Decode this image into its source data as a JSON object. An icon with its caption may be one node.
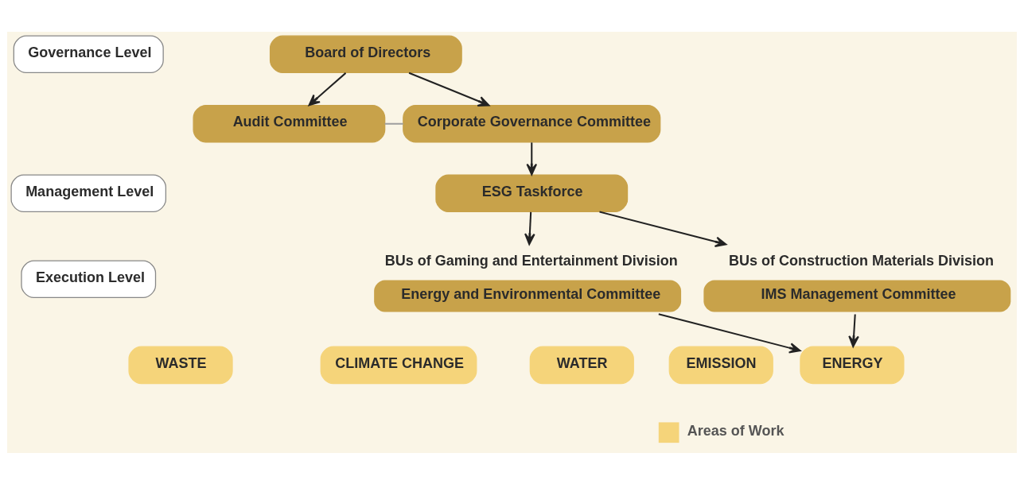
{
  "diagram": {
    "nodes": [
      {
        "text": [
          "Governance Level"
        ]
      },
      {
        "text": [
          "Board of Directors"
        ]
      },
      {
        "text": [
          "Audit Committee"
        ]
      },
      {
        "text": [
          "Corporate Governance Committee"
        ]
      },
      {
        "text": [
          "Management Level"
        ]
      },
      {
        "text": [
          "ESG Taskforce"
        ]
      },
      {
        "text": [
          "Execution Level"
        ]
      },
      {
        "text": [
          "Energy and Environmental Committee"
        ],
        "beside": [
          "BUs of Gaming and Entertainment Division"
        ]
      },
      {
        "text": [
          "IMS Management Committee"
        ],
        "beside": [
          "BUs of Construction Materials Division"
        ]
      },
      {
        "text": [
          "WASTE"
        ]
      },
      {
        "text": [
          "CLIMATE CHANGE"
        ]
      },
      {
        "text": [
          "ENERGY"
        ]
      },
      {
        "text": [
          "WATER"
        ]
      },
      {
        "text": [
          "EMISSION"
        ]
      }
    ],
    "edges": [
      {
        "from": 1,
        "to": 2,
        "arrow": "to"
      },
      {
        "from": 1,
        "to": 3,
        "arrow": "to"
      },
      {
        "from": 2,
        "to": 3,
        "arrow": "none",
        "color": "#a0a0a0"
      },
      {
        "from": 3,
        "to": 5,
        "arrow": "to"
      },
      {
        "from": 5,
        "to": 7,
        "arrow": "to"
      },
      {
        "from": 5,
        "to": 8,
        "arrow": "to"
      },
      {
        "from": 7,
        "to": 11,
        "arrow": "to"
      },
      {
        "from": 8,
        "to": 11,
        "arrow": "to"
      }
    ],
    "legend": [
      {
        "text": "Areas of Work",
        "color": "#f5d47a"
      }
    ]
  }
}
